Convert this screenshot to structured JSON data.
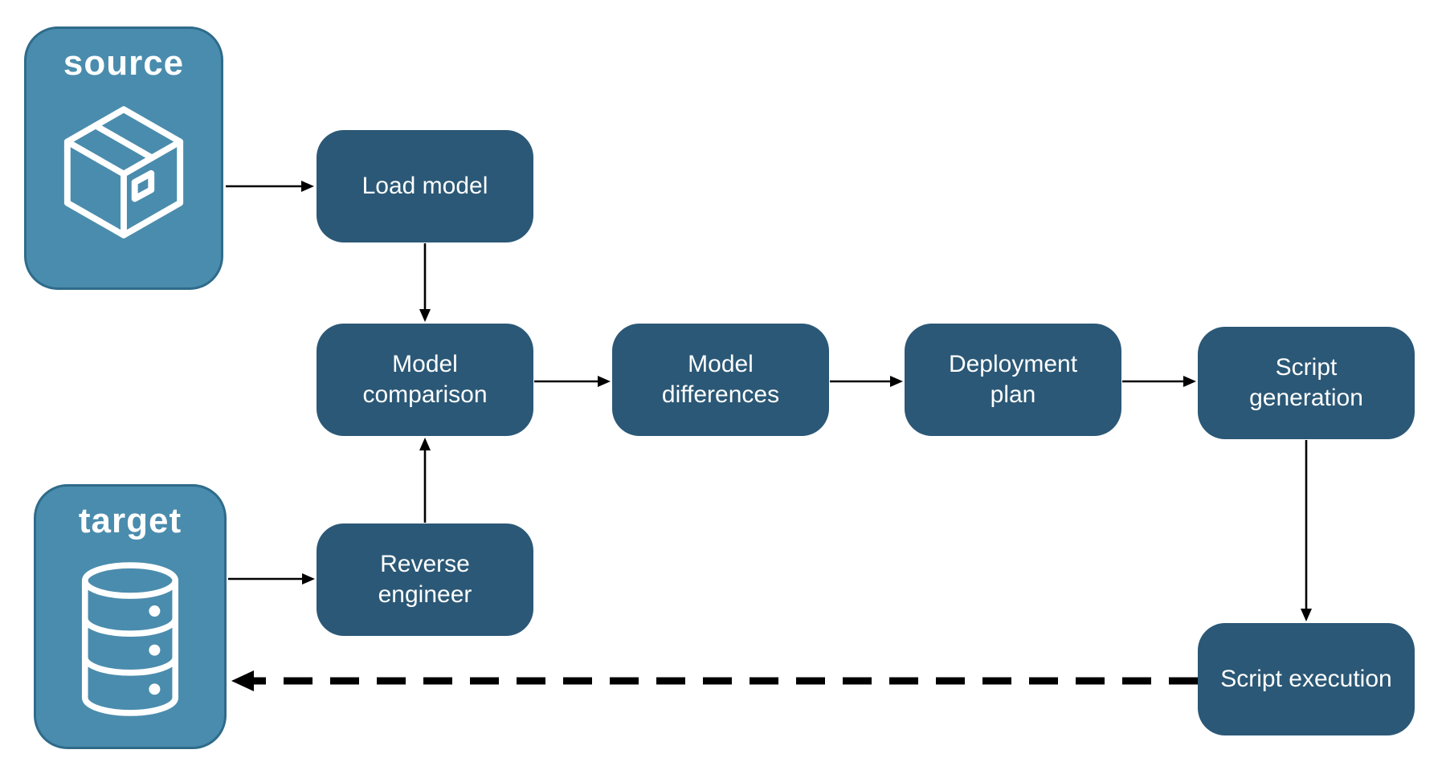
{
  "diagram": {
    "groups": {
      "source": {
        "label": "source",
        "icon": "package-icon"
      },
      "target": {
        "label": "target",
        "icon": "database-icon"
      }
    },
    "nodes": {
      "load_model": {
        "label": "Load model"
      },
      "model_comparison": {
        "label": "Model comparison"
      },
      "model_differences": {
        "label": "Model differences"
      },
      "deployment_plan": {
        "label": "Deployment plan"
      },
      "script_generation": {
        "label": "Script generation"
      },
      "reverse_engineer": {
        "label": "Reverse engineer"
      },
      "script_execution": {
        "label": "Script execution"
      }
    },
    "colors": {
      "node_fill": "#2B5876",
      "container_fill": "#4A8CAD",
      "container_border": "#2F6B8A",
      "text": "#FFFFFF",
      "arrow": "#000000",
      "background": "#FFFFFF"
    }
  }
}
